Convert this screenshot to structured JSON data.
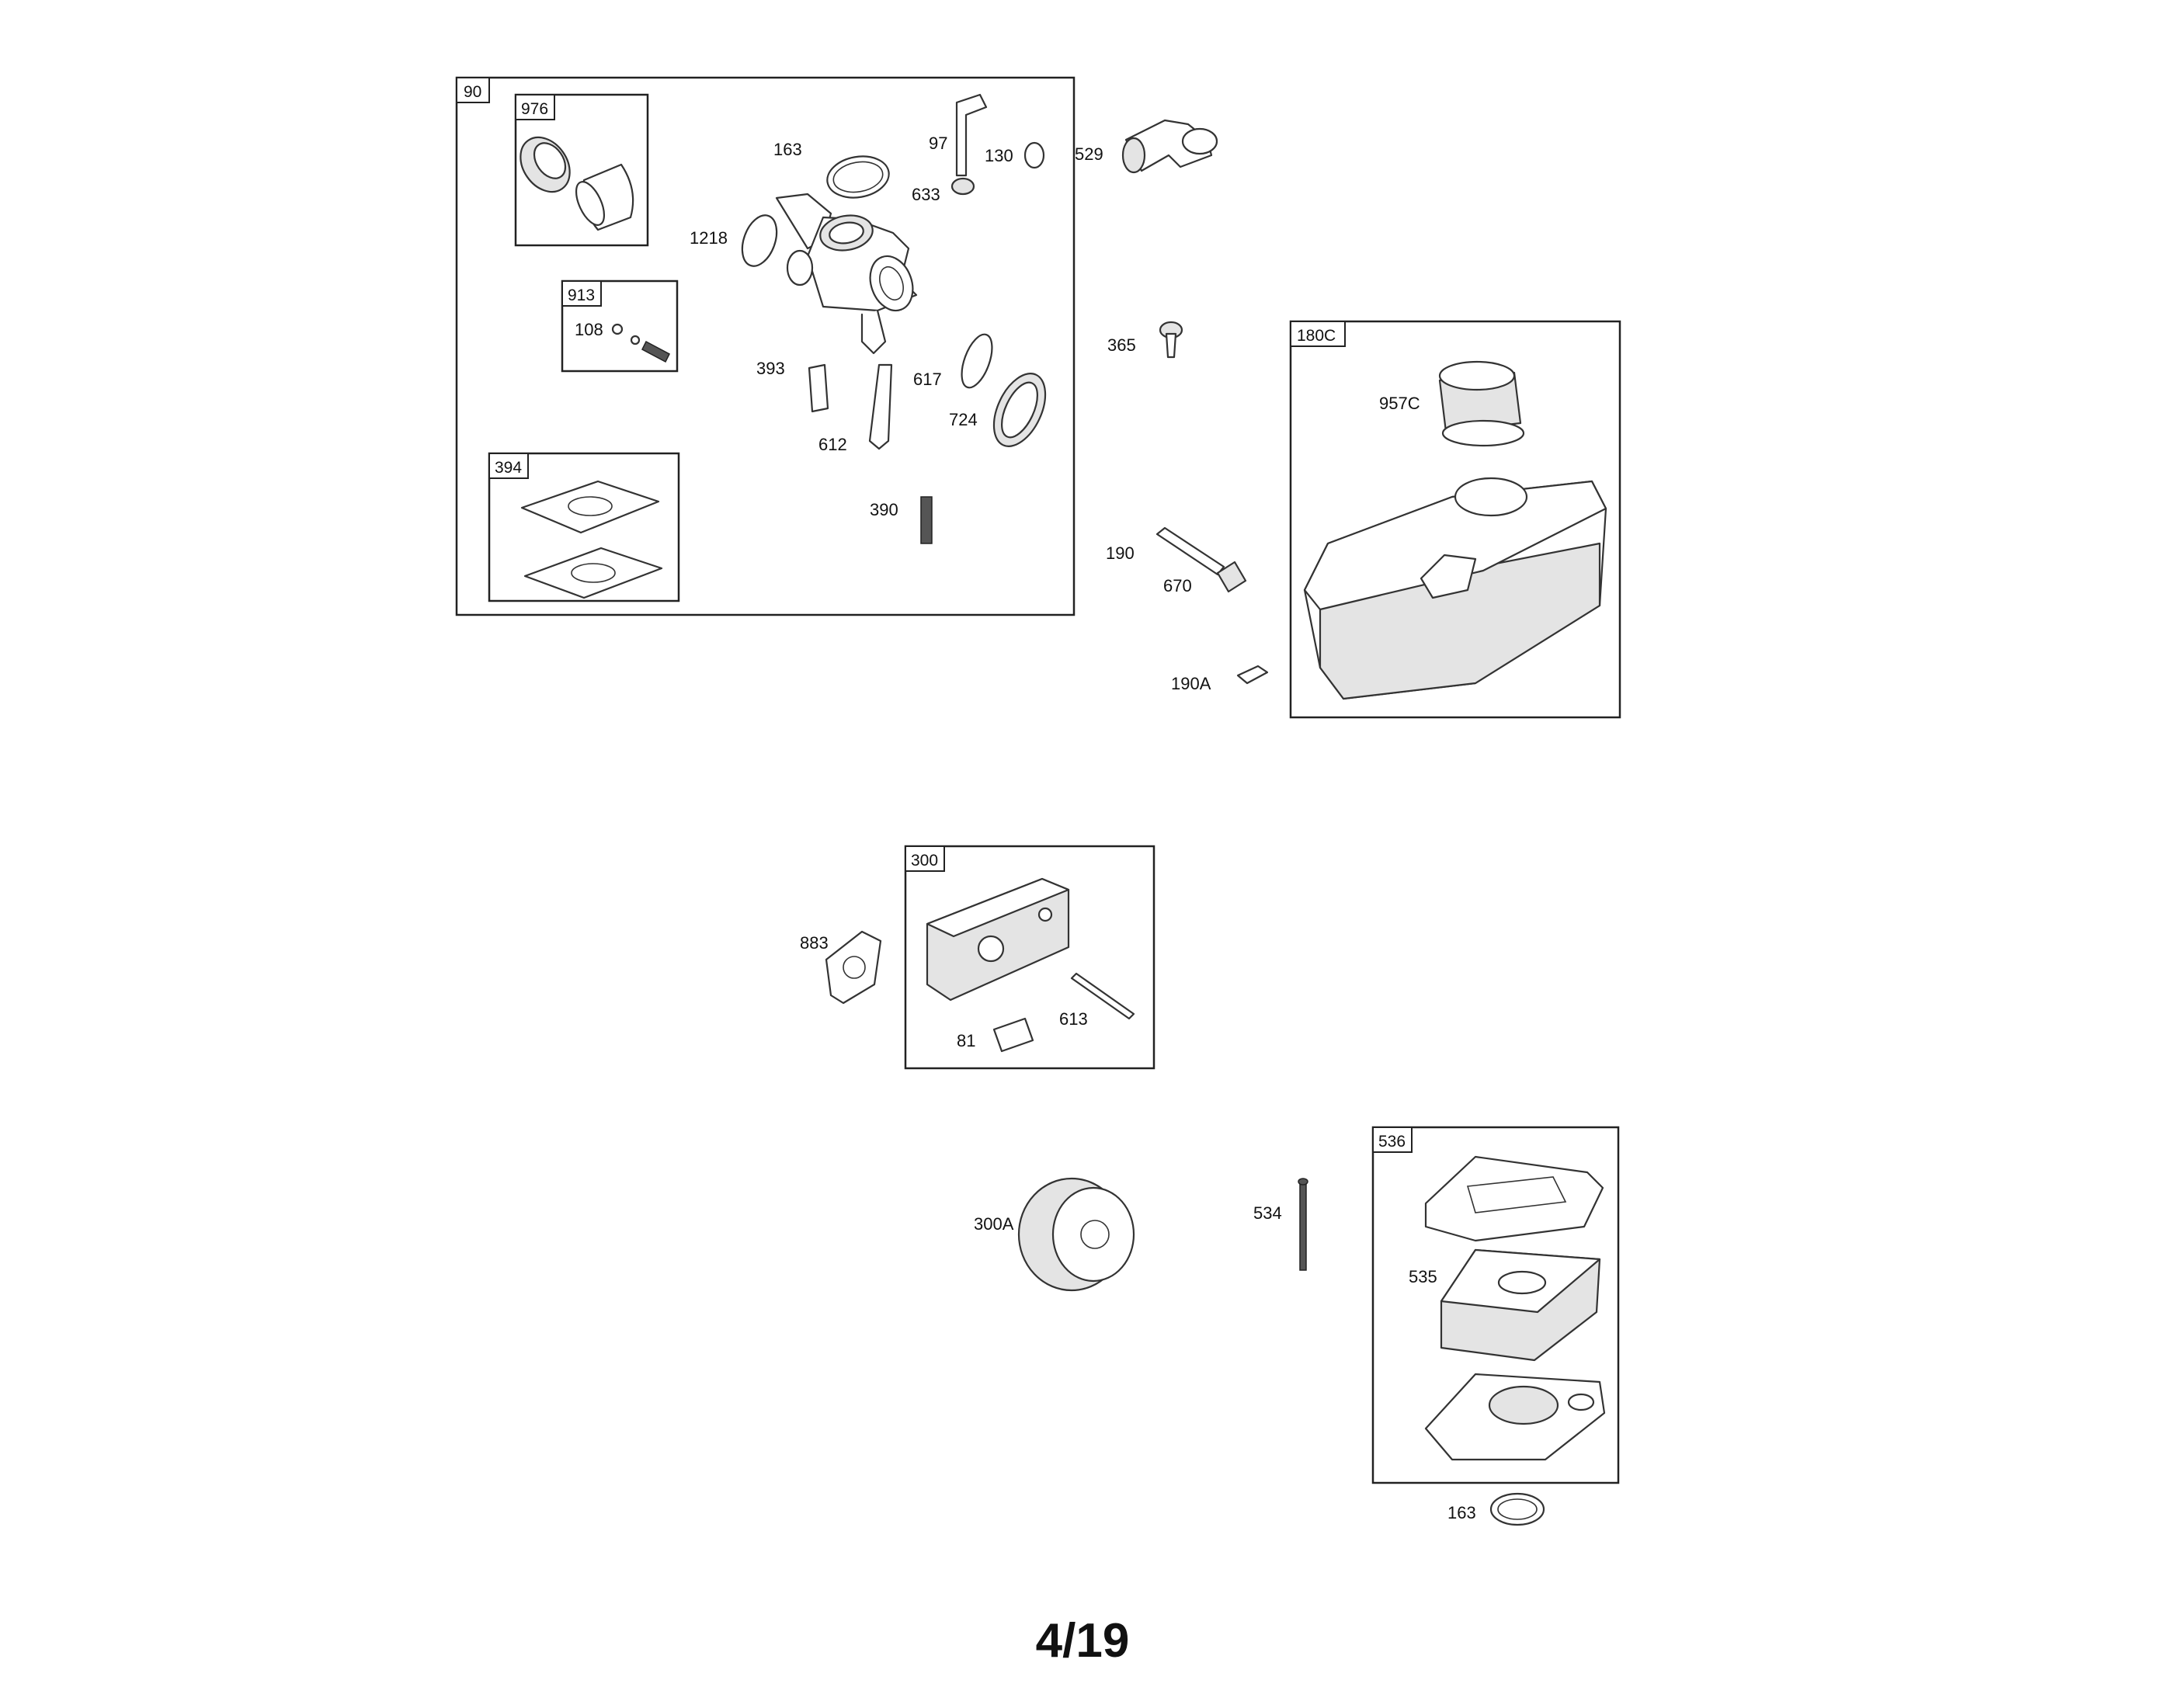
{
  "page_number": "4/19",
  "groups": {
    "carburetor": "90",
    "seal_kit": "976",
    "needle_kit": "913",
    "gasket_kit": "394",
    "fuel_tank": "180C",
    "muffler": "300",
    "air_filter": "536"
  },
  "parts": {
    "p163_top": "163",
    "p97": "97",
    "p130": "130",
    "p633": "633",
    "p1218": "1218",
    "p108": "108",
    "p393": "393",
    "p617": "617",
    "p724": "724",
    "p612": "612",
    "p390": "390",
    "p529": "529",
    "p365": "365",
    "p957C": "957C",
    "p190": "190",
    "p670": "670",
    "p190A": "190A",
    "p883": "883",
    "p81": "81",
    "p613": "613",
    "p300A": "300A",
    "p534": "534",
    "p535": "535",
    "p163_bottom": "163"
  }
}
